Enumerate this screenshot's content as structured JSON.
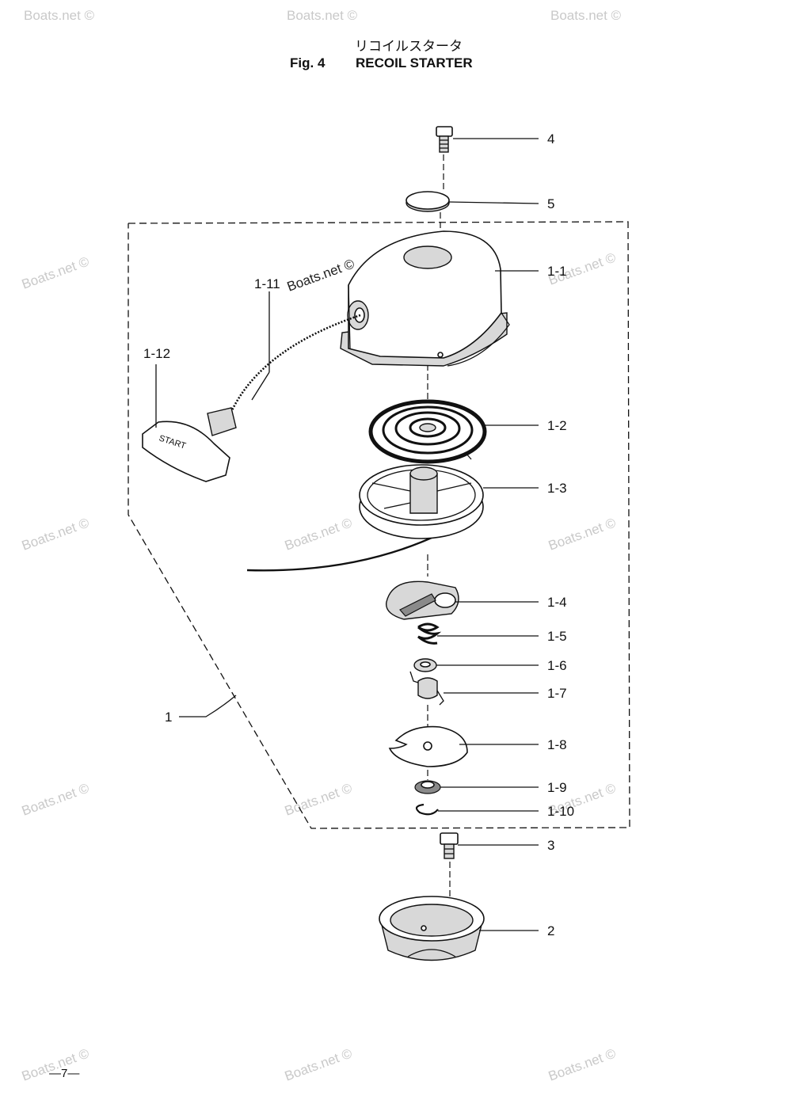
{
  "title": {
    "japanese": "リコイルスタータ",
    "fig": "Fig. 4",
    "name": "RECOIL STARTER"
  },
  "parts": [
    {
      "id": "4"
    },
    {
      "id": "5"
    },
    {
      "id": "1-1"
    },
    {
      "id": "1-11"
    },
    {
      "id": "1-12"
    },
    {
      "id": "1-2"
    },
    {
      "id": "1-3"
    },
    {
      "id": "1-4"
    },
    {
      "id": "1-5"
    },
    {
      "id": "1-6"
    },
    {
      "id": "1-7"
    },
    {
      "id": "1"
    },
    {
      "id": "1-8"
    },
    {
      "id": "1-9"
    },
    {
      "id": "1-10"
    },
    {
      "id": "3"
    },
    {
      "id": "2"
    }
  ],
  "handle_text": "START",
  "watermark": "Boats.net ©",
  "page_number": "—7—"
}
